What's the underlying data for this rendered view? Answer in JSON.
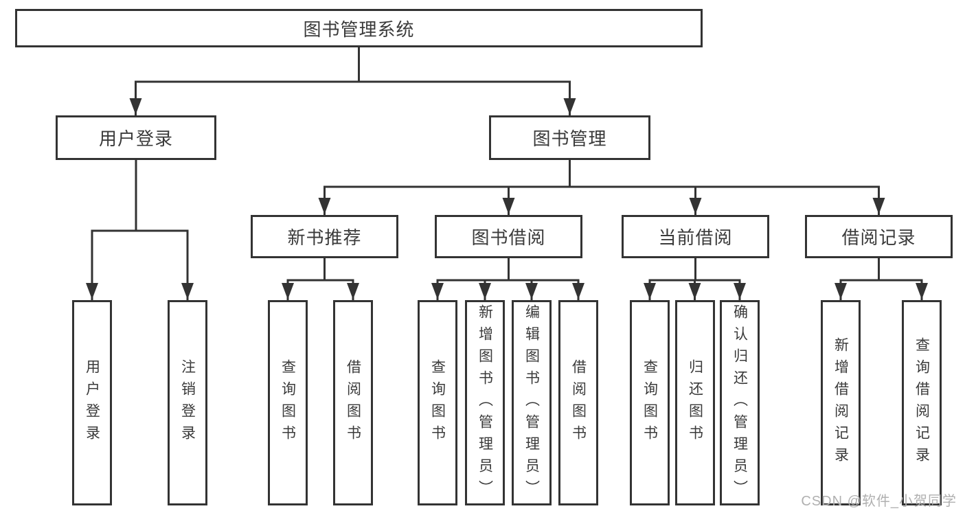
{
  "diagram": {
    "type": "functional-structure-tree",
    "title": "图书管理系统"
  },
  "nodes": {
    "root": {
      "label": "图书管理系统"
    },
    "userLogin": {
      "label": "用户登录"
    },
    "bookManagement": {
      "label": "图书管理"
    },
    "loginLeaf": {
      "label": "用户登录"
    },
    "logoutLeaf": {
      "label": "注销登录"
    },
    "newBookRecommend": {
      "label": "新书推荐"
    },
    "bookBorrow": {
      "label": "图书借阅"
    },
    "currentBorrow": {
      "label": "当前借阅"
    },
    "borrowRecords": {
      "label": "借阅记录"
    },
    "nbQueryBooks": {
      "label": "查询图书"
    },
    "nbBorrowBooks": {
      "label": "借阅图书"
    },
    "bbQueryBooks": {
      "label": "查询图书"
    },
    "bbAddBooks": {
      "label": "新增图书（管理员）"
    },
    "bbEditBooks": {
      "label": "编辑图书（管理员）"
    },
    "bbBorrowBooks": {
      "label": "借阅图书"
    },
    "cbQueryBooks": {
      "label": "查询图书"
    },
    "cbReturnBooks": {
      "label": "归还图书"
    },
    "cbConfirmReturn": {
      "label": "确认归还（管理员）"
    },
    "brAddRecord": {
      "label": "新增借阅记录"
    },
    "brQueryRecord": {
      "label": "查询借阅记录"
    }
  },
  "edges": [
    [
      "root",
      "userLogin"
    ],
    [
      "root",
      "bookManagement"
    ],
    [
      "userLogin",
      "loginLeaf"
    ],
    [
      "userLogin",
      "logoutLeaf"
    ],
    [
      "bookManagement",
      "newBookRecommend"
    ],
    [
      "bookManagement",
      "bookBorrow"
    ],
    [
      "bookManagement",
      "currentBorrow"
    ],
    [
      "bookManagement",
      "borrowRecords"
    ],
    [
      "newBookRecommend",
      "nbQueryBooks"
    ],
    [
      "newBookRecommend",
      "nbBorrowBooks"
    ],
    [
      "bookBorrow",
      "bbQueryBooks"
    ],
    [
      "bookBorrow",
      "bbAddBooks"
    ],
    [
      "bookBorrow",
      "bbEditBooks"
    ],
    [
      "bookBorrow",
      "bbBorrowBooks"
    ],
    [
      "currentBorrow",
      "cbQueryBooks"
    ],
    [
      "currentBorrow",
      "cbReturnBooks"
    ],
    [
      "currentBorrow",
      "cbConfirmReturn"
    ],
    [
      "borrowRecords",
      "brAddRecord"
    ],
    [
      "borrowRecords",
      "brQueryRecord"
    ]
  ],
  "watermark": {
    "text": "CSDN @软件_小贺同学"
  },
  "colors": {
    "line": "#333333",
    "text": "#3a3a3a",
    "background": "#ffffff",
    "watermark": "#b0b0b0"
  }
}
